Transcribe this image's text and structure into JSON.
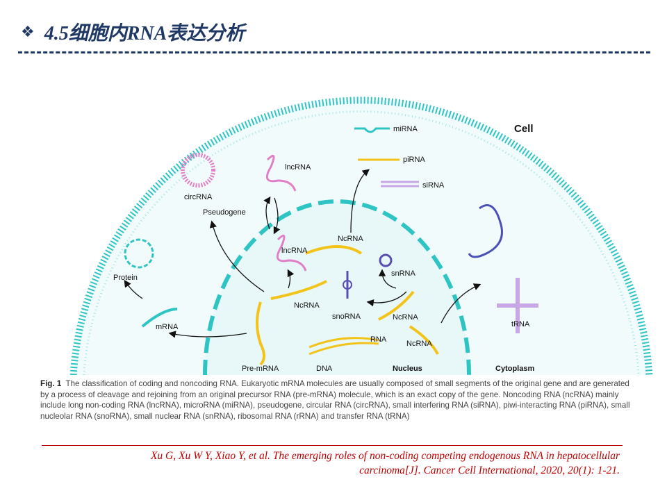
{
  "header": {
    "bullet_icon": "diamond-cluster-icon",
    "title": "4.5细胞内RNA表达分析",
    "accent": "#1f3864"
  },
  "figure": {
    "labels": {
      "cell": "Cell",
      "mirna": "miRNA",
      "pirna": "piRNA",
      "sirna": "siRNA",
      "lncrna_top": "lncRNA",
      "circrna": "circRNA",
      "pseudogene": "Pseudogene",
      "ncrna_top": "NcRNA",
      "lncrna_mid": "lncRNA",
      "snrna": "snRNA",
      "protein": "Protein",
      "ncrna_left": "NcRNA",
      "snorna": "snoRNA",
      "ncrna_right": "NcRNA",
      "mrna": "mRNA",
      "ncrna_bottom": "NcRNA",
      "rna": "RNA",
      "trna": "tRNA",
      "pre_mrna": "Pre-mRNA",
      "dna": "DNA",
      "nucleus": "Nucleus",
      "cytoplasm": "Cytoplasm"
    },
    "colors": {
      "membrane": "#2ec4c4",
      "rna_yellow": "#f2c318",
      "rna_pink": "#e07fc8",
      "rna_purple": "#5a4fb0",
      "trna": "#c9a6e6"
    }
  },
  "caption": {
    "fig_label": "Fig. 1",
    "text": "The classification of coding and noncoding RNA. Eukaryotic mRNA molecules are usually composed of small segments of the original gene and are generated by a process of cleavage and rejoining from an original precursor RNA (pre-mRNA) molecule, which is an exact copy of the gene. Noncoding RNA (ncRNA) mainly include long non-coding RNA (lncRNA), microRNA (miRNA), pseudogene, circular RNA (circRNA), small interfering RNA (siRNA), piwi-interacting RNA (piRNA), small nucleolar RNA (snoRNA), small nuclear RNA (snRNA), ribosomal RNA (rRNA) and transfer RNA (tRNA)"
  },
  "reference": {
    "line1": "Xu G, Xu W Y, Xiao Y, et al. The emerging roles of non-coding competing endogenous RNA in hepatocellular",
    "line2": "carcinoma[J]. Cancer Cell International, 2020, 20(1): 1-21."
  }
}
